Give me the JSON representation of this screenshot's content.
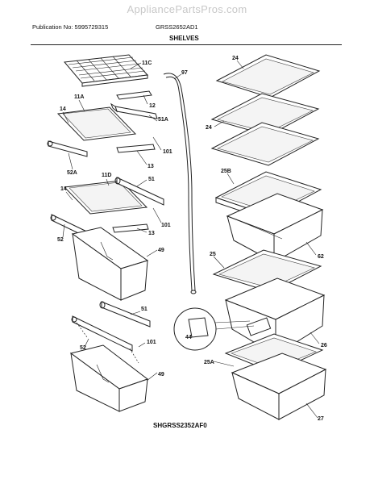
{
  "header": {
    "watermark": "AppliancePartsPros.com",
    "publication": "Publication No: 5995729315",
    "model": "GRSS2652AD1",
    "section_title": "SHELVES"
  },
  "footer": {
    "drawing_code": "SHGRSS2352AF0"
  },
  "callouts": {
    "c11C": "11C",
    "c12": "12",
    "c14a": "14",
    "c11A": "11A",
    "c51A": "51A",
    "c101a": "101",
    "c52A": "52A",
    "c13a": "13",
    "c97": "97",
    "c11D": "11D",
    "c14b": "14",
    "c51a": "51",
    "c101b": "101",
    "c13b": "13",
    "c52a": "52",
    "c49a": "49",
    "c51b": "51",
    "c52b": "52",
    "c101c": "101",
    "c49b": "49",
    "c24a": "24",
    "c24b": "24",
    "c25B": "25B",
    "c62": "62",
    "c25": "25",
    "c44": "44",
    "c26": "26",
    "c25A": "25A",
    "c27": "27"
  }
}
